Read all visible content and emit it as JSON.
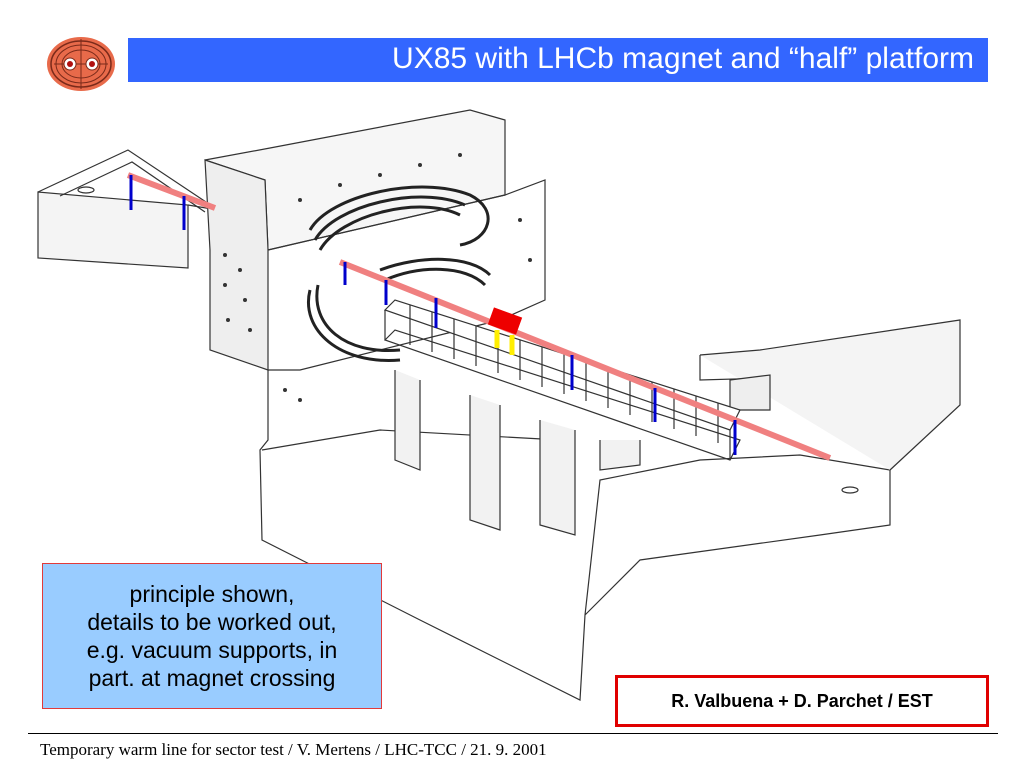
{
  "header": {
    "title": "UX85 with LHCb magnet and “half” platform"
  },
  "logo": {
    "icon": "lhc-logo-icon"
  },
  "colors": {
    "title_bar": "#3366ff",
    "beam_line": "#f08080",
    "supports": "#0000cc",
    "note_background": "#99ccff",
    "credit_border": "#e00000"
  },
  "note": {
    "text": "principle shown,\ndetails to be worked out,\ne.g. vacuum supports, in\npart. at magnet crossing"
  },
  "credit": {
    "text": "R. Valbuena + D. Parchet / EST"
  },
  "footer": {
    "text": "Temporary warm line for sector test / V. Mertens / LHC-TCC / 21. 9. 2001"
  }
}
